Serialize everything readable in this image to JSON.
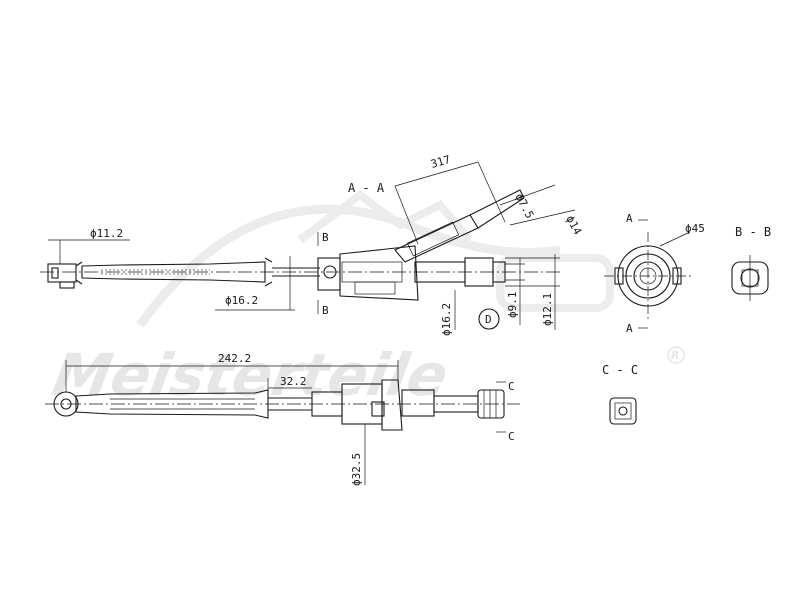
{
  "watermark": {
    "brand": "Meisterteile",
    "registered": "R"
  },
  "dimensions": {
    "d11_2": "ϕ11.2",
    "d16_2_left": "ϕ16.2",
    "l317": "317",
    "d7_5": "ϕ7.5",
    "d14": "ϕ14",
    "d16_2_mid": "ϕ16.2",
    "d9_1": "ϕ9.1",
    "d12_1": "ϕ12.1",
    "d45": "ϕ45",
    "l242_2": "242.2",
    "l32_2": "32.2",
    "d32_5": "ϕ32.5"
  },
  "sections": {
    "aa": "A - A",
    "bb": "B - B",
    "cc": "C - C",
    "b_top": "B",
    "b_bottom": "B",
    "a_top": "A",
    "a_bottom": "A",
    "c_top": "C",
    "c_bottom": "C",
    "detail_d": "D"
  }
}
